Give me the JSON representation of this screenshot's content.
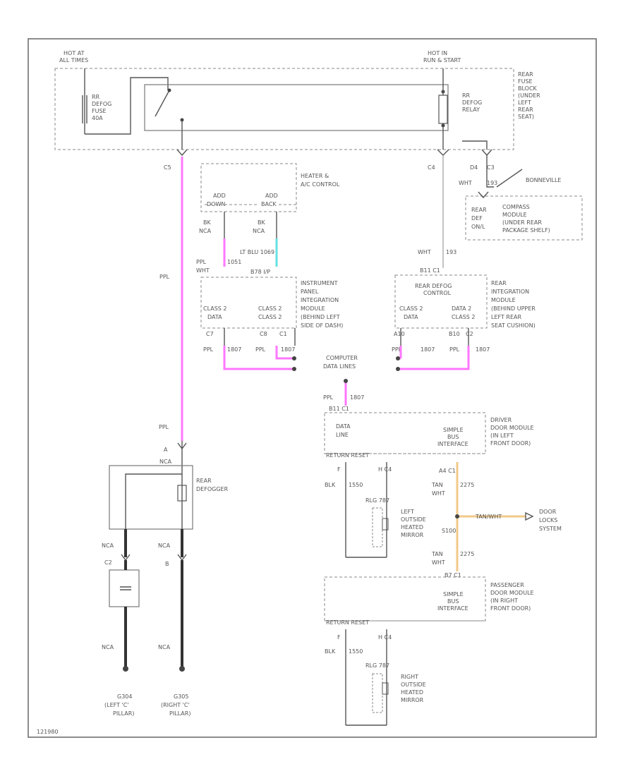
{
  "colors": {
    "ppl_wire": "#ff77ff",
    "ltblu_wire": "#66e0e0",
    "tan_wire": "#f2c98a",
    "line": "#555555"
  },
  "labels": {
    "hot_at_all_times": [
      "HOT AT",
      "ALL TIMES"
    ],
    "hot_in_run_start": [
      "HOT IN",
      "RUN & START"
    ],
    "rear_fuse_block": [
      "REAR",
      "FUSE",
      "BLOCK",
      "(UNDER",
      "LEFT",
      "REAR",
      "SEAT)"
    ],
    "rr_defog_fuse": [
      "RR",
      "DEFOG",
      "FUSE",
      "40A"
    ],
    "rr_defog_relay": [
      "RR",
      "DEFOG",
      "RELAY"
    ],
    "c5": "C5",
    "c4": "C4",
    "d4": "D4",
    "c3": "C3",
    "bonneville": "BONNEVILLE",
    "wht_193_top": [
      "WHT",
      "193"
    ],
    "rear_defog_switch": [
      "REAR",
      "DEF",
      "ON/L"
    ],
    "compass_module": [
      "COMPASS",
      "MODULE",
      "(UNDER REAR",
      "PACKAGE SHELF)"
    ],
    "heater_ac_control": [
      "HEATER &",
      "A/C CONTROL"
    ],
    "add_down": [
      "ADD",
      "DOWN"
    ],
    "add_back": [
      "ADD",
      "BACK"
    ],
    "bk_nca_left": [
      "BK",
      "NCA"
    ],
    "bk_nca_right": [
      "BK",
      "NCA"
    ],
    "lt_blu_1069": "LT BLU  1069",
    "ppl_wht_1051": [
      "PPL",
      "WHT",
      "1051"
    ],
    "b78_r": "B78  I/P",
    "ipim_title": [
      "INSTRUMENT",
      "PANEL",
      "INTEGRATION",
      "MODULE",
      "(BEHIND LEFT",
      "SIDE OF DASH)"
    ],
    "class2_left_a": [
      "CLASS 2",
      "DATA"
    ],
    "class2_left_b": [
      "CLASS 2",
      "CLASS 2"
    ],
    "c7": "C7",
    "c8": "C8",
    "c1_left": "C1",
    "ppl": "PPL",
    "1807": "1807",
    "computer_data_lines": [
      "COMPUTER",
      "DATA LINES"
    ],
    "wht_193_mid": [
      "WHT",
      "193"
    ],
    "rear_defog_control": [
      "REAR DEFOG",
      "CONTROL"
    ],
    "rim_title": [
      "REAR",
      "INTEGRATION",
      "MODULE",
      "(BEHIND UPPER",
      "LEFT REAR",
      "SEAT CUSHION)"
    ],
    "class2_right_a": [
      "CLASS 2",
      "DATA"
    ],
    "class2_right_b": [
      "DATA 2",
      "CLASS 2"
    ],
    "a10": "A10",
    "b10": "B10",
    "c2": "C2",
    "b11_c1": "B11  C1",
    "ppl_1807_mid": [
      "PPL",
      "1807"
    ],
    "b11_c1_mid": "B11  C1",
    "data_line": [
      "DATA",
      "LINE"
    ],
    "simple_bus_interface": [
      "SIMPLE",
      "BUS",
      "INTERFACE"
    ],
    "driver_door_module": [
      "DRIVER",
      "DOOR MODULE",
      "(IN LEFT",
      "FRONT DOOR)"
    ],
    "return_reset": "RETURN    RESET",
    "f_c4_top": [
      "F",
      "H   C4"
    ],
    "blk_1550_top": [
      "BLK",
      "1550"
    ],
    "rlg_787_top": "RLG  787",
    "left_mirror": [
      "LEFT",
      "OUTSIDE",
      "HEATED",
      "MIRROR"
    ],
    "a4_c1": "A4   C1",
    "tan_wht_2275_a": [
      "TAN",
      "WHT",
      "2275"
    ],
    "s1100": "S100",
    "tan_wht_2275_b": [
      "TAN",
      "WHT",
      "2275"
    ],
    "passenger_tag": "TAN/WHT",
    "door_locks": [
      "DOOR",
      "LOCKS",
      "SYSTEM"
    ],
    "b7_c1": "B7  C1",
    "passenger_door_module": [
      "PASSENGER",
      "DOOR MODULE",
      "(IN RIGHT",
      "FRONT DOOR)"
    ],
    "f_c4_bot": [
      "F",
      "H   C4"
    ],
    "blk_1550_bot": [
      "BLK",
      "1550"
    ],
    "rlg_787_bot": "RLG  787",
    "right_mirror": [
      "RIGHT",
      "OUTSIDE",
      "HEATED",
      "MIRROR"
    ],
    "ppl_lower": "PPL",
    "rear_defogger": [
      "REAR",
      "DEFOGGER"
    ],
    "nca": "NCA",
    "c2_cap": "C2",
    "b_term": "B",
    "a_term": "A",
    "g302_left": [
      "G304",
      "(LEFT 'C'",
      "PILLAR)"
    ],
    "g302_right": [
      "G305",
      "(RIGHT 'C'",
      "PILLAR)"
    ],
    "figure_id": "121980"
  }
}
